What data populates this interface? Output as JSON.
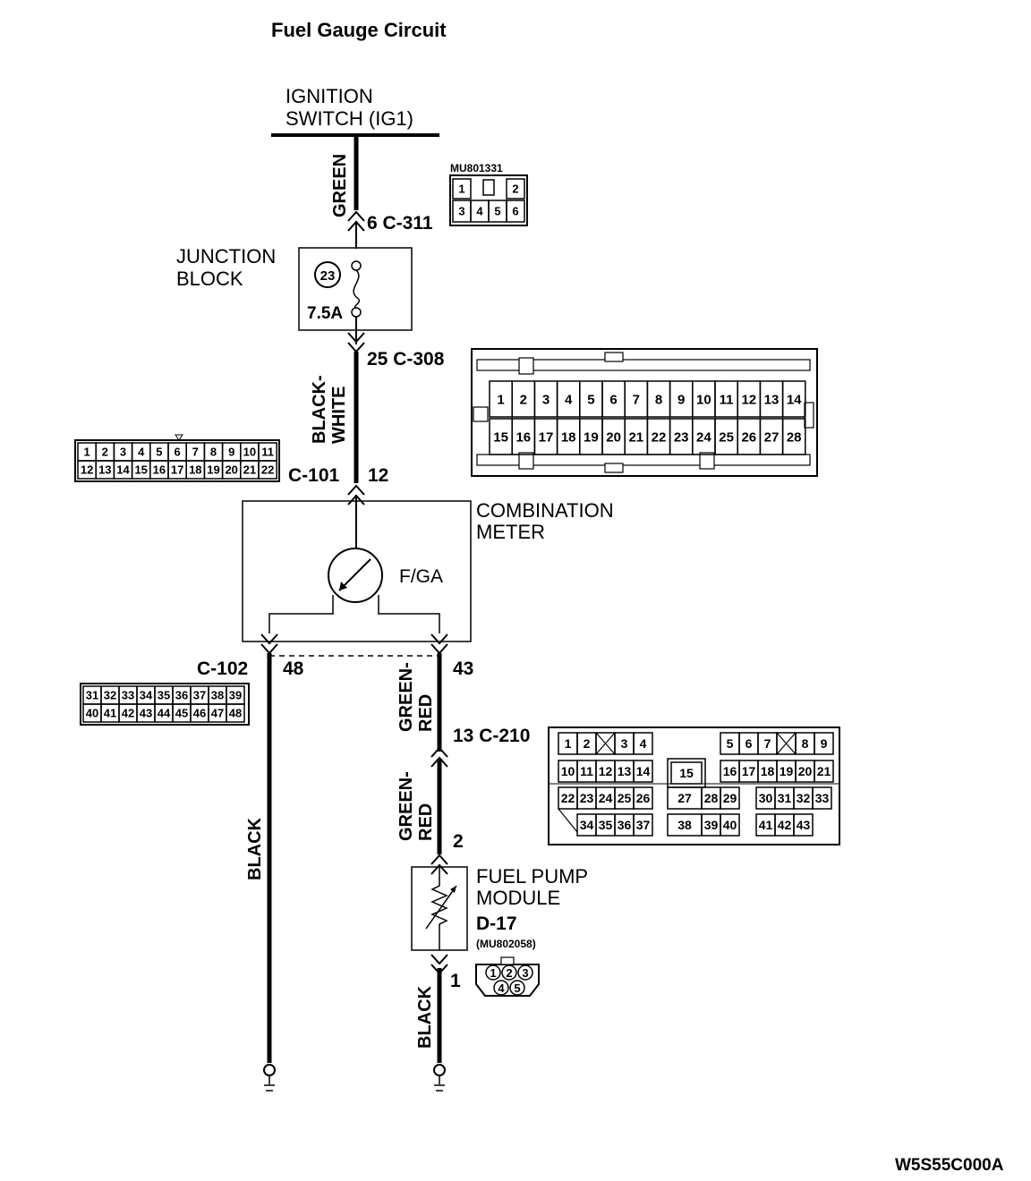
{
  "title": "Fuel Gauge Circuit",
  "figure_code": "W5S55C000A",
  "ignition_switch": {
    "line1": "IGNITION",
    "line2": "SWITCH (IG1)"
  },
  "junction_block": {
    "line1": "JUNCTION",
    "line2": "BLOCK",
    "fuse_number": "23",
    "fuse_rating": "7.5A"
  },
  "combination_meter": {
    "line1": "COMBINATION",
    "line2": "METER",
    "gauge_label": "F/GA"
  },
  "fuel_pump_module": {
    "line1": "FUEL PUMP",
    "line2": "MODULE",
    "connector": "D-17",
    "part_number": "(MU802058)",
    "pins": [
      "1",
      "2",
      "3",
      "4",
      "5"
    ]
  },
  "wires": {
    "green": "GREEN",
    "black_white_1": "BLACK-",
    "black_white_2": "WHITE",
    "green_red_1a": "GREEN-",
    "green_red_1b": "RED",
    "green_red_2a": "GREEN-",
    "green_red_2b": "RED",
    "black_left": "BLACK",
    "black_right": "BLACK"
  },
  "terminals": {
    "c311": "6  C-311",
    "c308": "25  C-308",
    "c101_id": "C-101",
    "c101_pin": "12",
    "c102_id": "C-102",
    "c102_pin_left": "48",
    "c102_pin_right": "43",
    "c210": "13  C-210",
    "d17_pin_top": "2",
    "d17_pin_bottom": "1"
  },
  "connector_c311": {
    "part_number": "MU801331",
    "top_row": [
      "1",
      "",
      "2"
    ],
    "bottom_row": [
      "3",
      "4",
      "5",
      "6"
    ]
  },
  "connector_c308": {
    "top_row": [
      "1",
      "2",
      "3",
      "4",
      "5",
      "6",
      "7",
      "8",
      "9",
      "10",
      "11",
      "12",
      "13",
      "14"
    ],
    "bottom_row": [
      "15",
      "16",
      "17",
      "18",
      "19",
      "20",
      "21",
      "22",
      "23",
      "24",
      "25",
      "26",
      "27",
      "28"
    ]
  },
  "connector_c101": {
    "top_row": [
      "1",
      "2",
      "3",
      "4",
      "5",
      "6",
      "7",
      "8",
      "9",
      "10",
      "11"
    ],
    "bottom_row": [
      "12",
      "13",
      "14",
      "15",
      "16",
      "17",
      "18",
      "19",
      "20",
      "21",
      "22"
    ]
  },
  "connector_c102": {
    "top_row": [
      "31",
      "32",
      "33",
      "34",
      "35",
      "36",
      "37",
      "38",
      "39"
    ],
    "bottom_row": [
      "40",
      "41",
      "42",
      "43",
      "44",
      "45",
      "46",
      "47",
      "48"
    ]
  },
  "connector_c210": {
    "left_block": {
      "row1": [
        "1",
        "2",
        "",
        "3",
        "4"
      ],
      "row2": [
        "10",
        "11",
        "12",
        "13",
        "14"
      ],
      "row3": [
        "22",
        "23",
        "24",
        "25",
        "26"
      ],
      "row4": [
        "34",
        "35",
        "36",
        "37"
      ]
    },
    "mid_block": {
      "row2": [
        "15"
      ],
      "row3": [
        "27",
        "28",
        "29"
      ],
      "row4": [
        "38",
        "39",
        "40"
      ]
    },
    "right_block": {
      "row1": [
        "5",
        "6",
        "7",
        "",
        "8",
        "9"
      ],
      "row2": [
        "16",
        "17",
        "18",
        "19",
        "20",
        "21"
      ],
      "row3": [
        "30",
        "31",
        "32",
        "33"
      ],
      "row4": [
        "41",
        "42",
        "43"
      ]
    }
  }
}
